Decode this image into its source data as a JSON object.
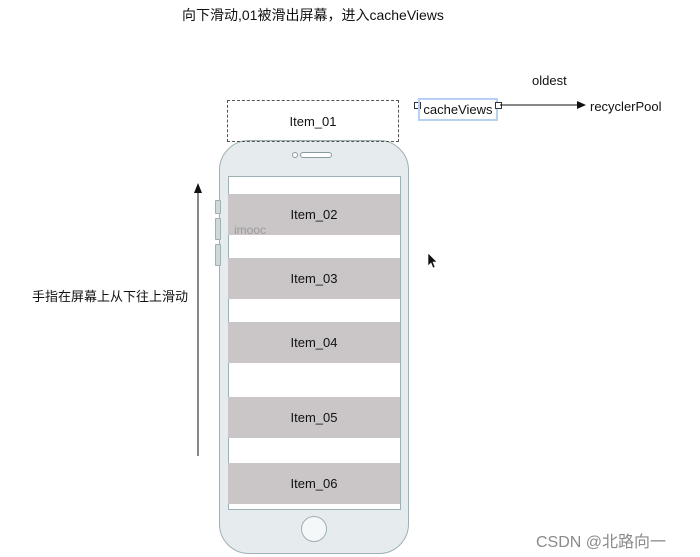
{
  "diagram": {
    "title": "向下滑动,01被滑出屏幕，进入cacheViews",
    "oldest_label": "oldest",
    "cache_views_label": "cacheViews",
    "recycler_pool_label": "recyclerPool",
    "offscreen_item": "Item_01",
    "items": [
      "Item_02",
      "Item_03",
      "Item_04",
      "Item_05",
      "Item_06"
    ],
    "gesture_label": "手指在屏幕上从下往上滑动",
    "imooc_watermark": "imooc",
    "csdn_watermark": "CSDN @北路向一",
    "accent_color": "#b6d1f4",
    "item_color": "#cac6c8",
    "phone_color": "#e6eced"
  }
}
